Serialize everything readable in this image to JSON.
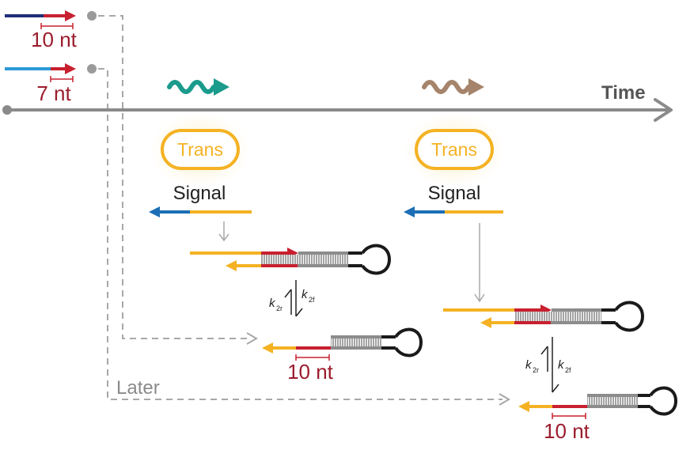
{
  "labels": {
    "time": "Time",
    "trans_1": "Trans",
    "trans_2": "Trans",
    "signal_1": "Signal",
    "signal_2": "Signal",
    "nt_top_1": "10 nt",
    "nt_top_2": "7 nt",
    "nt_mid": "10 nt",
    "nt_right": "10 nt",
    "later": "Later",
    "k_r_main": "k",
    "k_r_sub": "2r",
    "k_f_main": "k",
    "k_f_sub": "2f",
    "k_r2_main": "k",
    "k_r2_sub": "2r",
    "k_f2_main": "k",
    "k_f2_sub": "2f"
  },
  "colors": {
    "axis": "#8a8a8a",
    "dashed": "#a8a8a8",
    "yellow": "#f4b223",
    "red": "#c8202f",
    "dark_blue": "#1f2f7a",
    "light_blue": "#2d9ad8",
    "signal_blue": "#1c6fb5",
    "gray_strand": "#8c8c8c",
    "hairpin": "#1a1a1a",
    "teal": "#1a9b8c",
    "brown": "#a5846b",
    "text_dark": "#222222",
    "text_red": "#9b1c2c"
  }
}
